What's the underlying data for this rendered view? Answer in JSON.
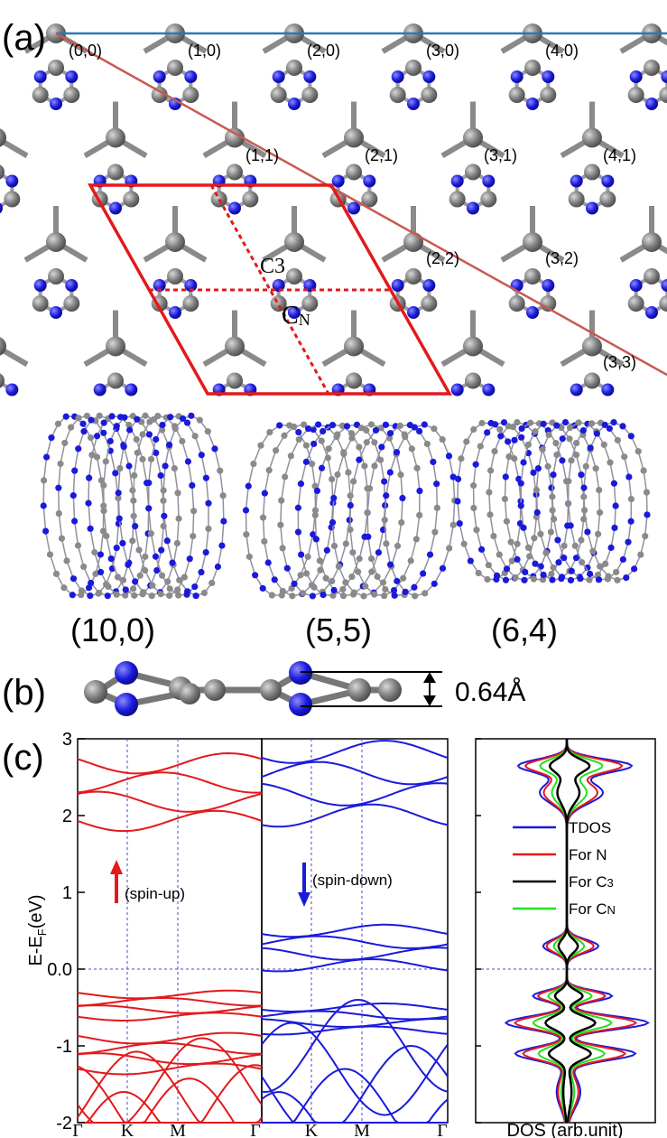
{
  "panel_a": {
    "label": "(a)",
    "lattice_indices": [
      {
        "text": "(0,0)"
      },
      {
        "text": "(1,0)"
      },
      {
        "text": "(2,0)"
      },
      {
        "text": "(3,0)"
      },
      {
        "text": "(4,0)"
      },
      {
        "text": "(1,1)"
      },
      {
        "text": "(2,1)"
      },
      {
        "text": "(3,1)"
      },
      {
        "text": "(4,1)"
      },
      {
        "text": "(2,2)"
      },
      {
        "text": "(3,2)"
      },
      {
        "text": "(3,3)"
      }
    ],
    "site_c3_base": "C3",
    "site_cn_base": "C",
    "site_cn_sub": "N",
    "tubes": [
      "(10,0)",
      "(5,5)",
      "(6,4)"
    ],
    "colors": {
      "carbon": "#808080",
      "nitrogen": "#1a1adc",
      "cell": "#e3191c",
      "chiral_line": "#2b78b8",
      "diag_line": "#c75a52"
    }
  },
  "panel_b": {
    "label": "(b)",
    "buckling": "0.64Å"
  },
  "panel_c": {
    "label": "(c)",
    "ylabel_base": "E-E",
    "ylabel_sub": "F",
    "ylabel_unit": "(eV)",
    "y_ticks": [
      "3",
      "2",
      "1",
      "0.0",
      "-1",
      "-2"
    ],
    "kpoints": [
      "Γ",
      "K",
      "M",
      "Γ"
    ],
    "spin_up_label": "(spin-up)",
    "spin_down_label": "(spin-down)",
    "dos_xlabel": "DOS (arb.unit)",
    "legend": [
      {
        "label": "TDOS",
        "color": "#1a1adc"
      },
      {
        "label": "For N",
        "color": "#e3191c"
      },
      {
        "label": "For C",
        "sub": "3",
        "color": "#000000"
      },
      {
        "label": "For C",
        "sub": "N",
        "color": "#20e020"
      }
    ]
  },
  "chart_data": {
    "type": "line",
    "title": "",
    "ylabel": "E-EF(eV)",
    "ylim": [
      -2,
      3
    ],
    "x": [
      "Γ",
      "K",
      "M",
      "Γ"
    ],
    "series": [
      {
        "name": "(spin-up)",
        "color": "#e3191c",
        "band_groups_eV": [
          [
            1.93,
            2.68
          ],
          [
            -0.33,
            -0.62
          ],
          [
            -0.9,
            -1.3
          ],
          [
            -1.3,
            -2.0
          ]
        ]
      },
      {
        "name": "(spin-down)",
        "color": "#1a1adc",
        "band_groups_eV": [
          [
            2.0,
            2.83
          ],
          [
            0.05,
            0.5
          ],
          [
            -0.5,
            -0.8
          ],
          [
            -0.8,
            -2.0
          ]
        ]
      }
    ]
  }
}
